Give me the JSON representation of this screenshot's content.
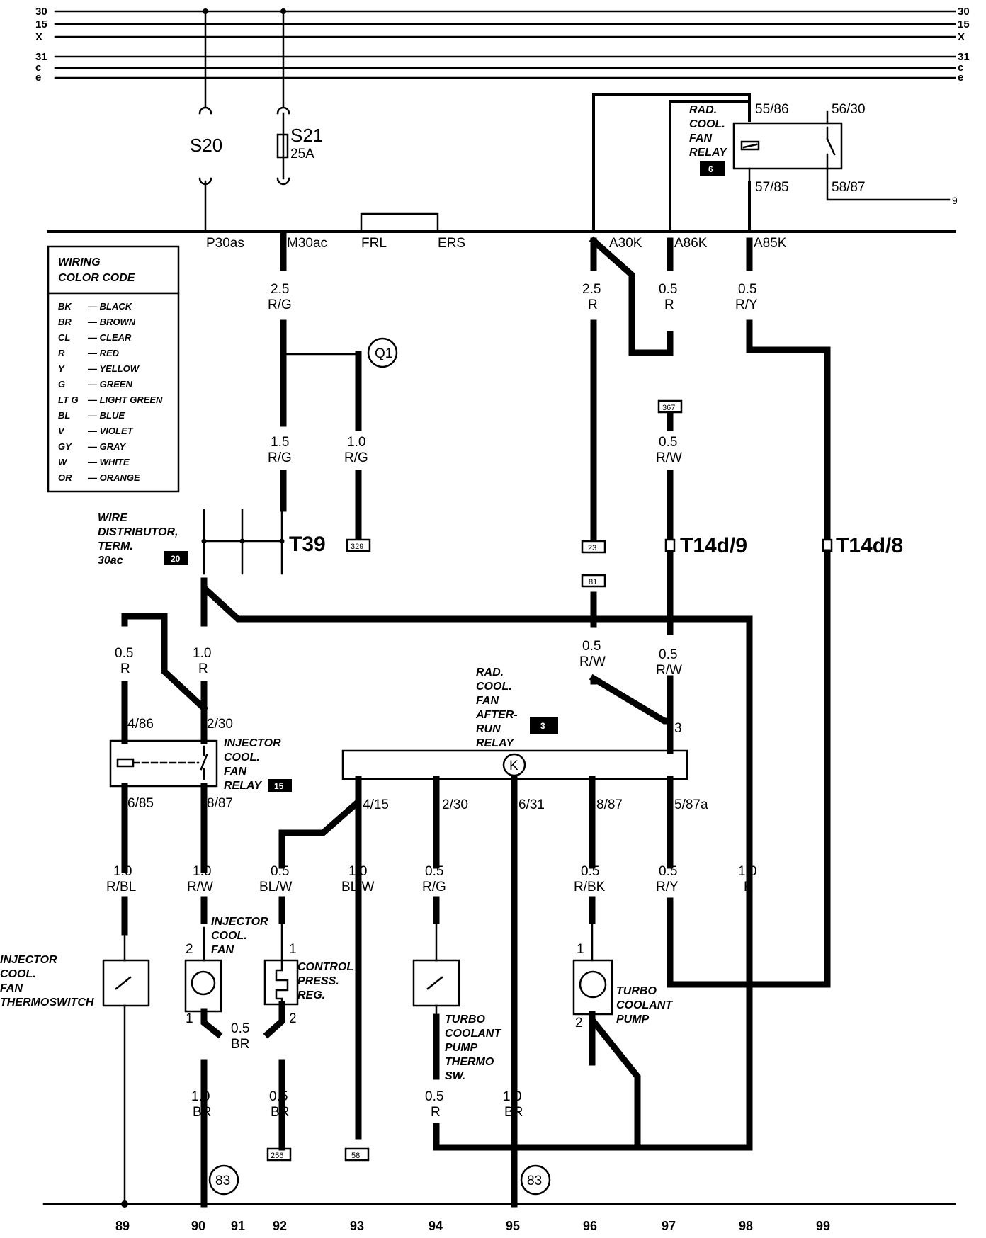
{
  "bus_labels": [
    "30",
    "15",
    "X",
    "31",
    "c",
    "e"
  ],
  "fuses": [
    {
      "name": "S20",
      "rating": ""
    },
    {
      "name": "S21",
      "rating": "25A"
    }
  ],
  "top_connectors": [
    "P30as",
    "M30ac",
    "FRL",
    "ERS",
    "A30K",
    "A86K",
    "A85K"
  ],
  "rad_relay": {
    "title_lines": [
      "RAD.",
      "COOL.",
      "FAN",
      "RELAY"
    ],
    "badge": "6",
    "pins": [
      "55/86",
      "56/30",
      "57/85",
      "58/87"
    ],
    "exit_ref": "9"
  },
  "legend": {
    "title_lines": [
      "WIRING",
      "COLOR CODE"
    ],
    "codes": [
      {
        "abbr": "BK",
        "name": "— BLACK"
      },
      {
        "abbr": "BR",
        "name": "— BROWN"
      },
      {
        "abbr": "CL",
        "name": "— CLEAR"
      },
      {
        "abbr": "R",
        "name": "— RED"
      },
      {
        "abbr": "Y",
        "name": "— YELLOW"
      },
      {
        "abbr": "G",
        "name": "— GREEN"
      },
      {
        "abbr": "LT G",
        "name": "— LIGHT GREEN"
      },
      {
        "abbr": "BL",
        "name": "— BLUE"
      },
      {
        "abbr": "V",
        "name": "— VIOLET"
      },
      {
        "abbr": "GY",
        "name": "— GRAY"
      },
      {
        "abbr": "W",
        "name": "— WHITE"
      },
      {
        "abbr": "OR",
        "name": "— ORANGE"
      }
    ]
  },
  "wire_labels": [
    {
      "size": "2.5",
      "color": "R/G"
    },
    {
      "size": "2.5",
      "color": "R"
    },
    {
      "size": "0.5",
      "color": "R"
    },
    {
      "size": "0.5",
      "color": "R/Y"
    },
    {
      "size": "1.5",
      "color": "R/G"
    },
    {
      "size": "1.0",
      "color": "R/G"
    },
    {
      "size": "0.5",
      "color": "R/W"
    },
    {
      "size": "0.5",
      "color": "R"
    },
    {
      "size": "1.0",
      "color": "R"
    },
    {
      "size": "0.5",
      "color": "R/W"
    },
    {
      "size": "0.5",
      "color": "R/W"
    },
    {
      "size": "1.0",
      "color": "R/BL"
    },
    {
      "size": "1.0",
      "color": "R/W"
    },
    {
      "size": "0.5",
      "color": "BL/W"
    },
    {
      "size": "1.0",
      "color": "BL/W"
    },
    {
      "size": "0.5",
      "color": "R/G"
    },
    {
      "size": "0.5",
      "color": "R/BK"
    },
    {
      "size": "0.5",
      "color": "R/Y"
    },
    {
      "size": "1.0",
      "color": "R"
    },
    {
      "size": "0.5",
      "color": "BR"
    },
    {
      "size": "1.0",
      "color": "BR"
    },
    {
      "size": "0.5",
      "color": "BR"
    },
    {
      "size": "0.5",
      "color": "R"
    },
    {
      "size": "1.0",
      "color": "BR"
    }
  ],
  "ground_points": [
    "Q1",
    "83",
    "83"
  ],
  "ref_boxes": [
    "367",
    "329",
    "23",
    "81",
    "256",
    "58"
  ],
  "connectors_T": [
    {
      "name": "T39"
    },
    {
      "name": "T14d/9"
    },
    {
      "name": "T14d/8"
    }
  ],
  "wire_distributor": {
    "title_lines": [
      "WIRE",
      "DISTRIBUTOR,",
      "TERM.",
      "30ac"
    ],
    "badge": "20"
  },
  "afterrun_relay": {
    "title_lines": [
      "RAD.",
      "COOL.",
      "FAN",
      "AFTER-",
      "RUN",
      "RELAY"
    ],
    "badge": "3",
    "symbol": "K",
    "pins": [
      "3",
      "4/15",
      "2/30",
      "6/31",
      "8/87",
      "5/87a"
    ]
  },
  "injector_relay": {
    "title_lines": [
      "INJECTOR",
      "COOL.",
      "FAN",
      "RELAY"
    ],
    "badge": "15",
    "pins": [
      "4/86",
      "2/30",
      "6/85",
      "8/87"
    ]
  },
  "components": [
    {
      "lines": [
        "INJECTOR",
        "COOL.",
        "FAN",
        "THERMOSWITCH"
      ]
    },
    {
      "lines": [
        "INJECTOR",
        "COOL.",
        "FAN"
      ]
    },
    {
      "lines": [
        "CONTROL",
        "PRESS.",
        "REG."
      ]
    },
    {
      "lines": [
        "TURBO",
        "COOLANT",
        "PUMP",
        "THERMO",
        "SW."
      ]
    },
    {
      "lines": [
        "TURBO",
        "COOLANT",
        "PUMP"
      ]
    }
  ],
  "component_pins": [
    "2",
    "1",
    "1",
    "2",
    "1",
    "2"
  ],
  "bottom_numbers": [
    "89",
    "90",
    "91",
    "92",
    "93",
    "94",
    "95",
    "96",
    "97",
    "98",
    "99"
  ]
}
